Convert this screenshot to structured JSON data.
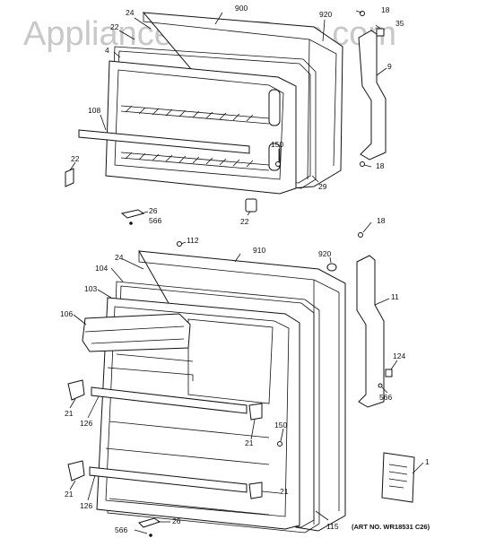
{
  "watermark": "AppliancePartsPros.com",
  "art_number": "(ART NO. WR18531 C26)",
  "callouts": {
    "c900": "900",
    "c24a": "24",
    "c22a": "22",
    "c4": "4",
    "c920a": "920",
    "c18a": "18",
    "c35": "35",
    "c9": "9",
    "c108": "108",
    "c150a": "150",
    "c18b": "18",
    "c29": "29",
    "c22b": "22",
    "c22c": "22",
    "c26a": "26",
    "c566a": "566",
    "c18c": "18",
    "c112": "112",
    "c910": "910",
    "c920b": "920",
    "c24b": "24",
    "c104": "104",
    "c103": "103",
    "c11": "11",
    "c106": "106",
    "c124": "124",
    "c566b": "566",
    "c21a": "21",
    "c126a": "126",
    "c150b": "150",
    "c21b": "21",
    "c1": "1",
    "c21c": "21",
    "c126b": "126",
    "c21d": "21",
    "c115": "115",
    "c566c": "566",
    "c26b": "26"
  }
}
